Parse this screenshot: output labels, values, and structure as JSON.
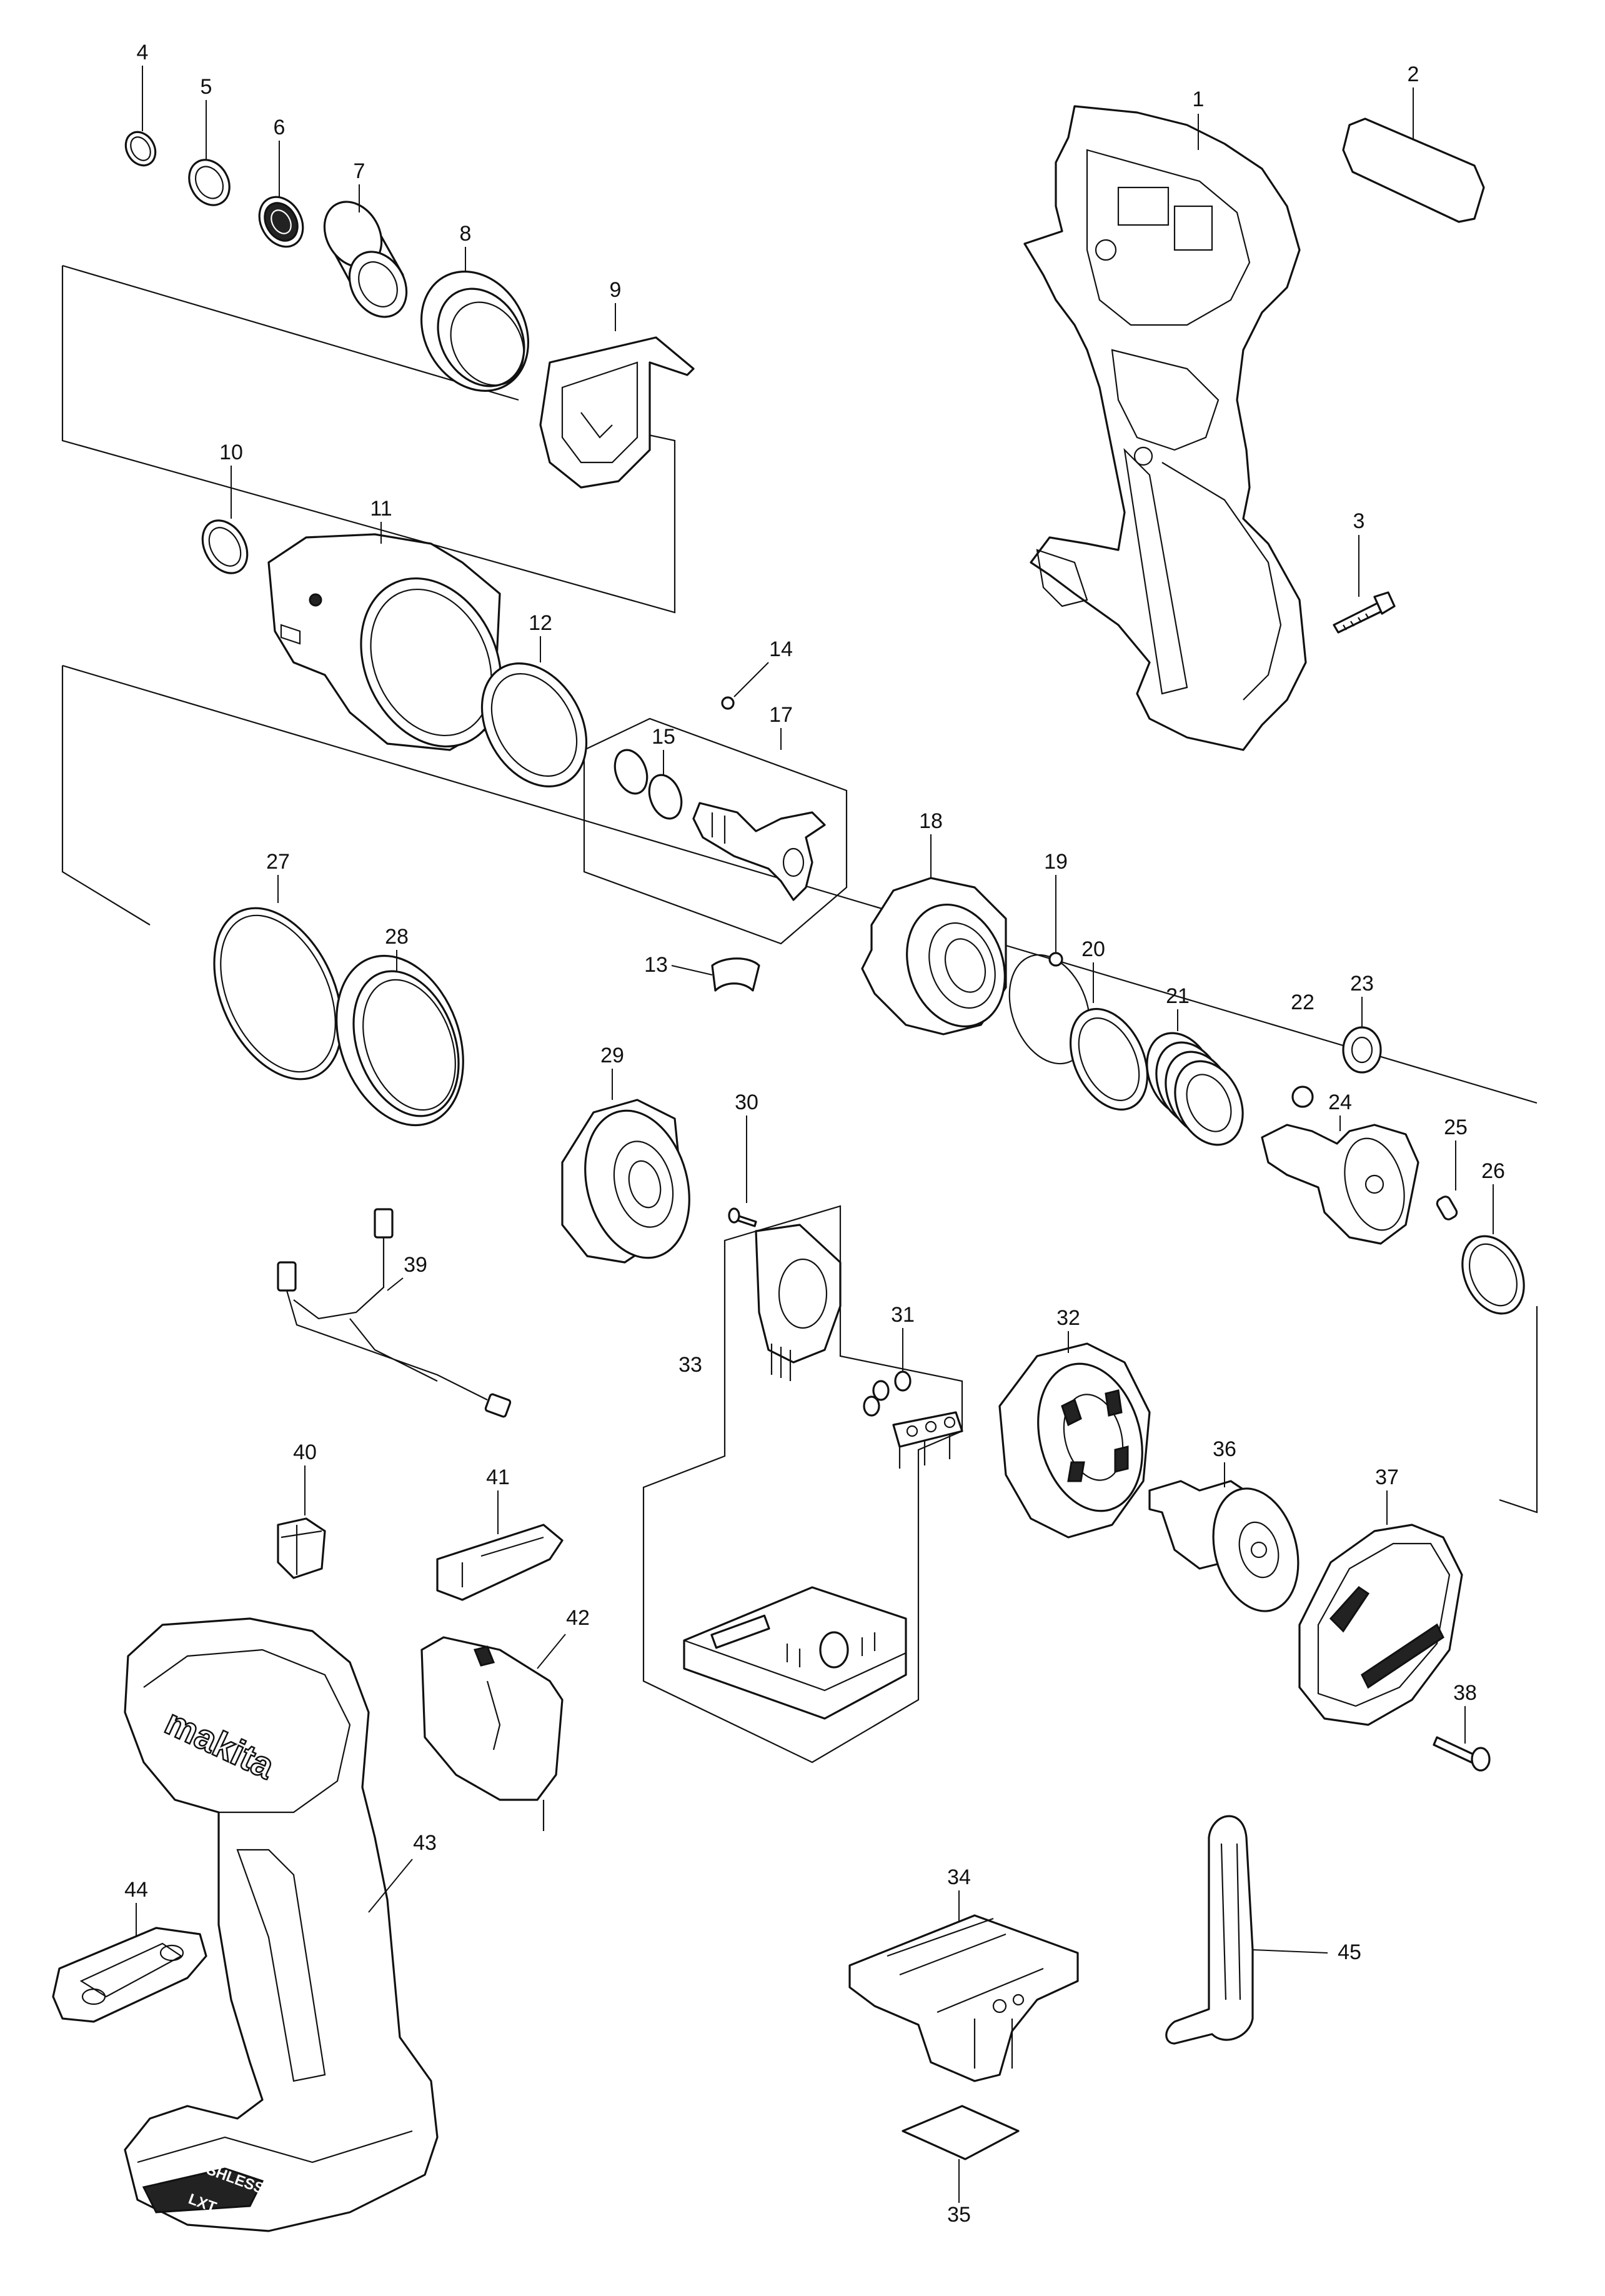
{
  "diagram": {
    "callouts": [
      "1",
      "2",
      "3",
      "4",
      "5",
      "6",
      "7",
      "8",
      "9",
      "10",
      "11",
      "12",
      "13",
      "14",
      "15",
      "17",
      "18",
      "19",
      "20",
      "21",
      "22",
      "23",
      "24",
      "25",
      "26",
      "27",
      "28",
      "29",
      "30",
      "31",
      "32",
      "33",
      "34",
      "35",
      "36",
      "37",
      "38",
      "39",
      "40",
      "41",
      "42",
      "43",
      "44",
      "45"
    ],
    "housing_branding": {
      "logo": "makita",
      "base_text": "BRUSHLESS",
      "voltage_badge": "LXT"
    }
  }
}
